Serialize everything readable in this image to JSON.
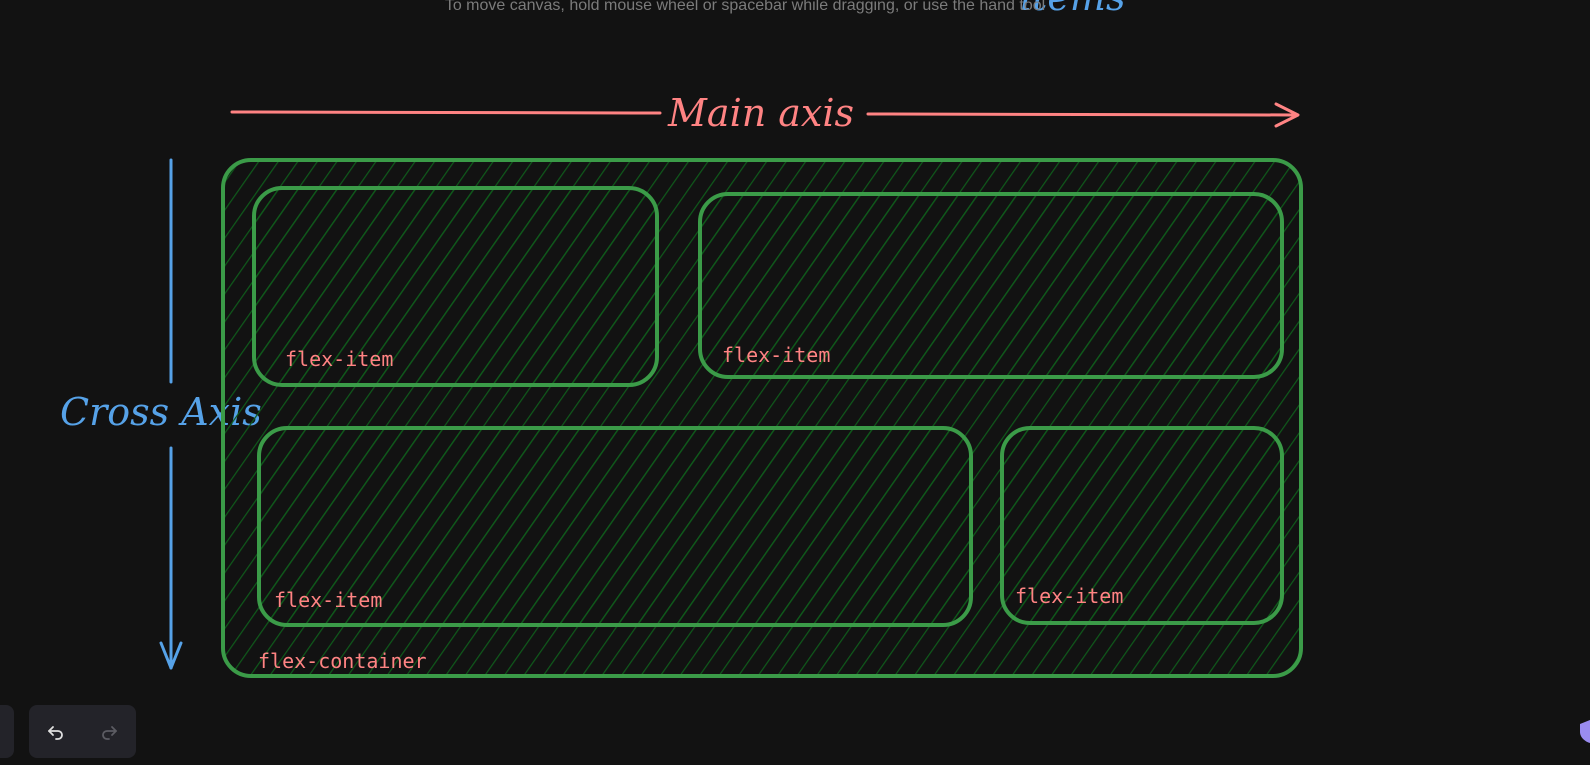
{
  "canvas": {
    "hint": "To move canvas, hold mouse wheel or spacebar while dragging, or use the hand tool",
    "partial_title": "items",
    "main_axis_label": "Main axis",
    "cross_axis_label": "Cross Axis",
    "container_label": "flex-container",
    "items": [
      {
        "label": "flex-item"
      },
      {
        "label": "flex-item"
      },
      {
        "label": "flex-item"
      },
      {
        "label": "flex-item"
      }
    ]
  },
  "colors": {
    "background": "#121212",
    "green_stroke": "#3b9b48",
    "hatch": "#0f5a1b",
    "red": "#ff8383",
    "blue": "#56a2e8",
    "toolbar": "#232329"
  },
  "toolbar": {
    "undo_icon": "undo-icon",
    "redo_icon": "redo-icon"
  }
}
